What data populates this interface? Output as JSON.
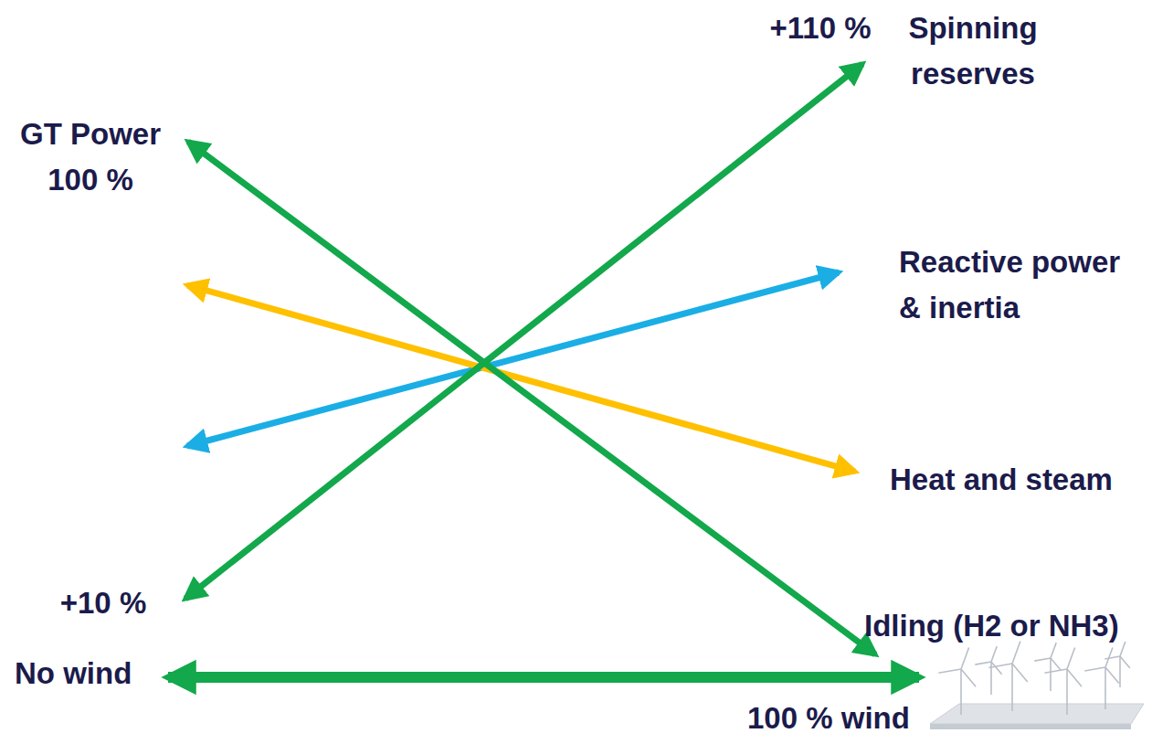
{
  "diagram": {
    "labels": [
      "+110 %",
      "Spinning reserves",
      "GT Power 100 %",
      "Reactive power & inertia",
      "Heat and steam",
      "+10 %",
      "Idling (H2 or NH3)",
      "No wind",
      "100 % wind"
    ]
  }
}
